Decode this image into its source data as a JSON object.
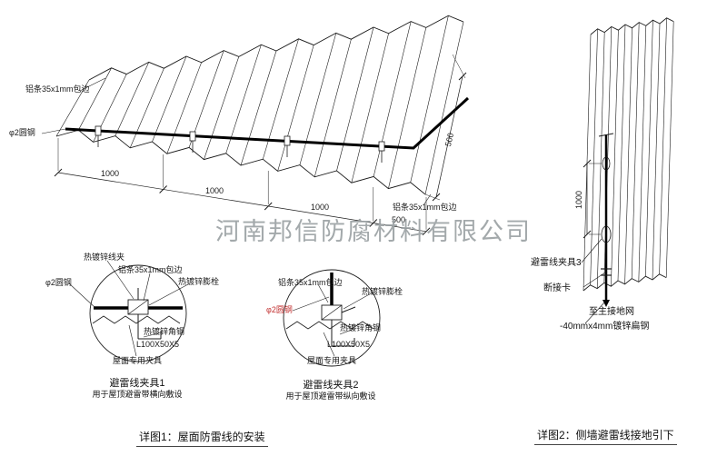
{
  "watermark": "河南邦信防腐材料有限公司",
  "roof_detail": {
    "label_al_strip_top": "铝条35x1mm包边",
    "label_al_strip_right": "铝条35x1mm包边",
    "label_round_steel": "φ2圆钢",
    "dims": {
      "d1": "1000",
      "d2": "1000",
      "d3": "1000",
      "d4": "500",
      "d5": "500"
    },
    "caption": "详图1：屋面防雷线的安装"
  },
  "clamp1": {
    "labels": {
      "wire_clamp": "热镀锌线夹",
      "al_strip": "铝条35x1mm包边",
      "anchor_bolt": "热镀锌膨栓",
      "round_steel": "φ2圆钢",
      "angle_steel": "热镀锌角钢",
      "angle_spec": "L100X50X5",
      "roof_fixture": "屋面专用夹具"
    },
    "title": "避雷线夹具1",
    "subtitle": "用于屋顶避雷带横向敷设"
  },
  "clamp2": {
    "labels": {
      "al_strip": "铝条35x1mm包边",
      "anchor_bolt": "热镀锌膨栓",
      "round_steel": "φ2圆钢",
      "angle_steel": "热镀锌角钢",
      "angle_spec": "L100X50X5",
      "roof_fixture": "屋面专用夹具"
    },
    "title": "避雷线夹具2",
    "subtitle": "用于屋顶避雷带纵向敷设"
  },
  "wall_detail": {
    "dim": "1000",
    "labels": {
      "clamp3": "避雷线夹具3",
      "disconnect_link": "断接卡",
      "to_ground_grid": "至主接地网",
      "flat_steel": "-40mmx4mm镀锌扁钢"
    },
    "caption": "详图2：侧墙避雷线接地引下"
  }
}
